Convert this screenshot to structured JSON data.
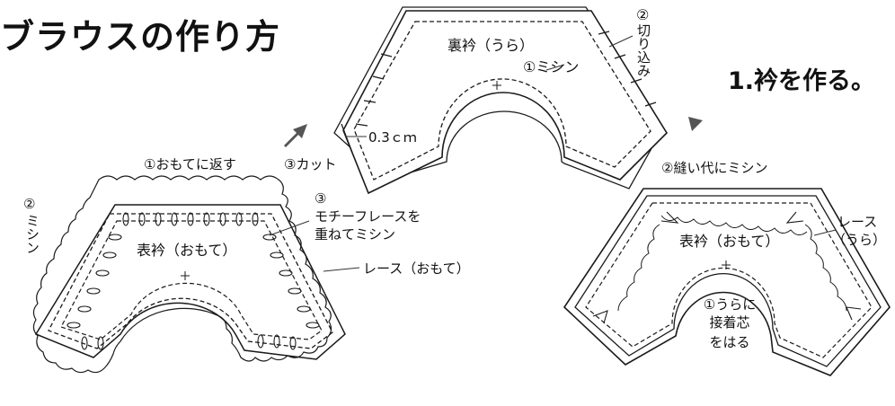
{
  "page_title": "ブラウスの作り方",
  "step_title": "1.衿を作る。",
  "upper_collar": {
    "name_label": "裏衿（うら）",
    "sew_label": "①ミシン",
    "clip_num": "②",
    "clip_label": "切り込み",
    "seam_label": "0.3ｃｍ",
    "cut_label": "③カット"
  },
  "left_collar": {
    "turn_label": "①おもてに返す",
    "sew_num": "②",
    "sew_label": "ミシン",
    "motif_num": "③",
    "motif_line1": "モチーフレースを",
    "motif_line2": "重ねてミシン",
    "name_label": "表衿（おもて）",
    "lace_label": "レース（おもて）"
  },
  "right_collar": {
    "seam_sew_label": "②縫い代にミシン",
    "lace_line1": "レース",
    "lace_line2": "（うら）",
    "name_label": "表衿（おもて）",
    "interface_line1": "①うらに",
    "interface_line2": "接着芯",
    "interface_line3": "をはる"
  },
  "colors": {
    "line": "#1a1a1a",
    "arrow": "#555555",
    "background": "#ffffff"
  },
  "icons": [
    "arrow-down-left-icon",
    "arrow-up-left-icon",
    "center-mark-icon"
  ]
}
